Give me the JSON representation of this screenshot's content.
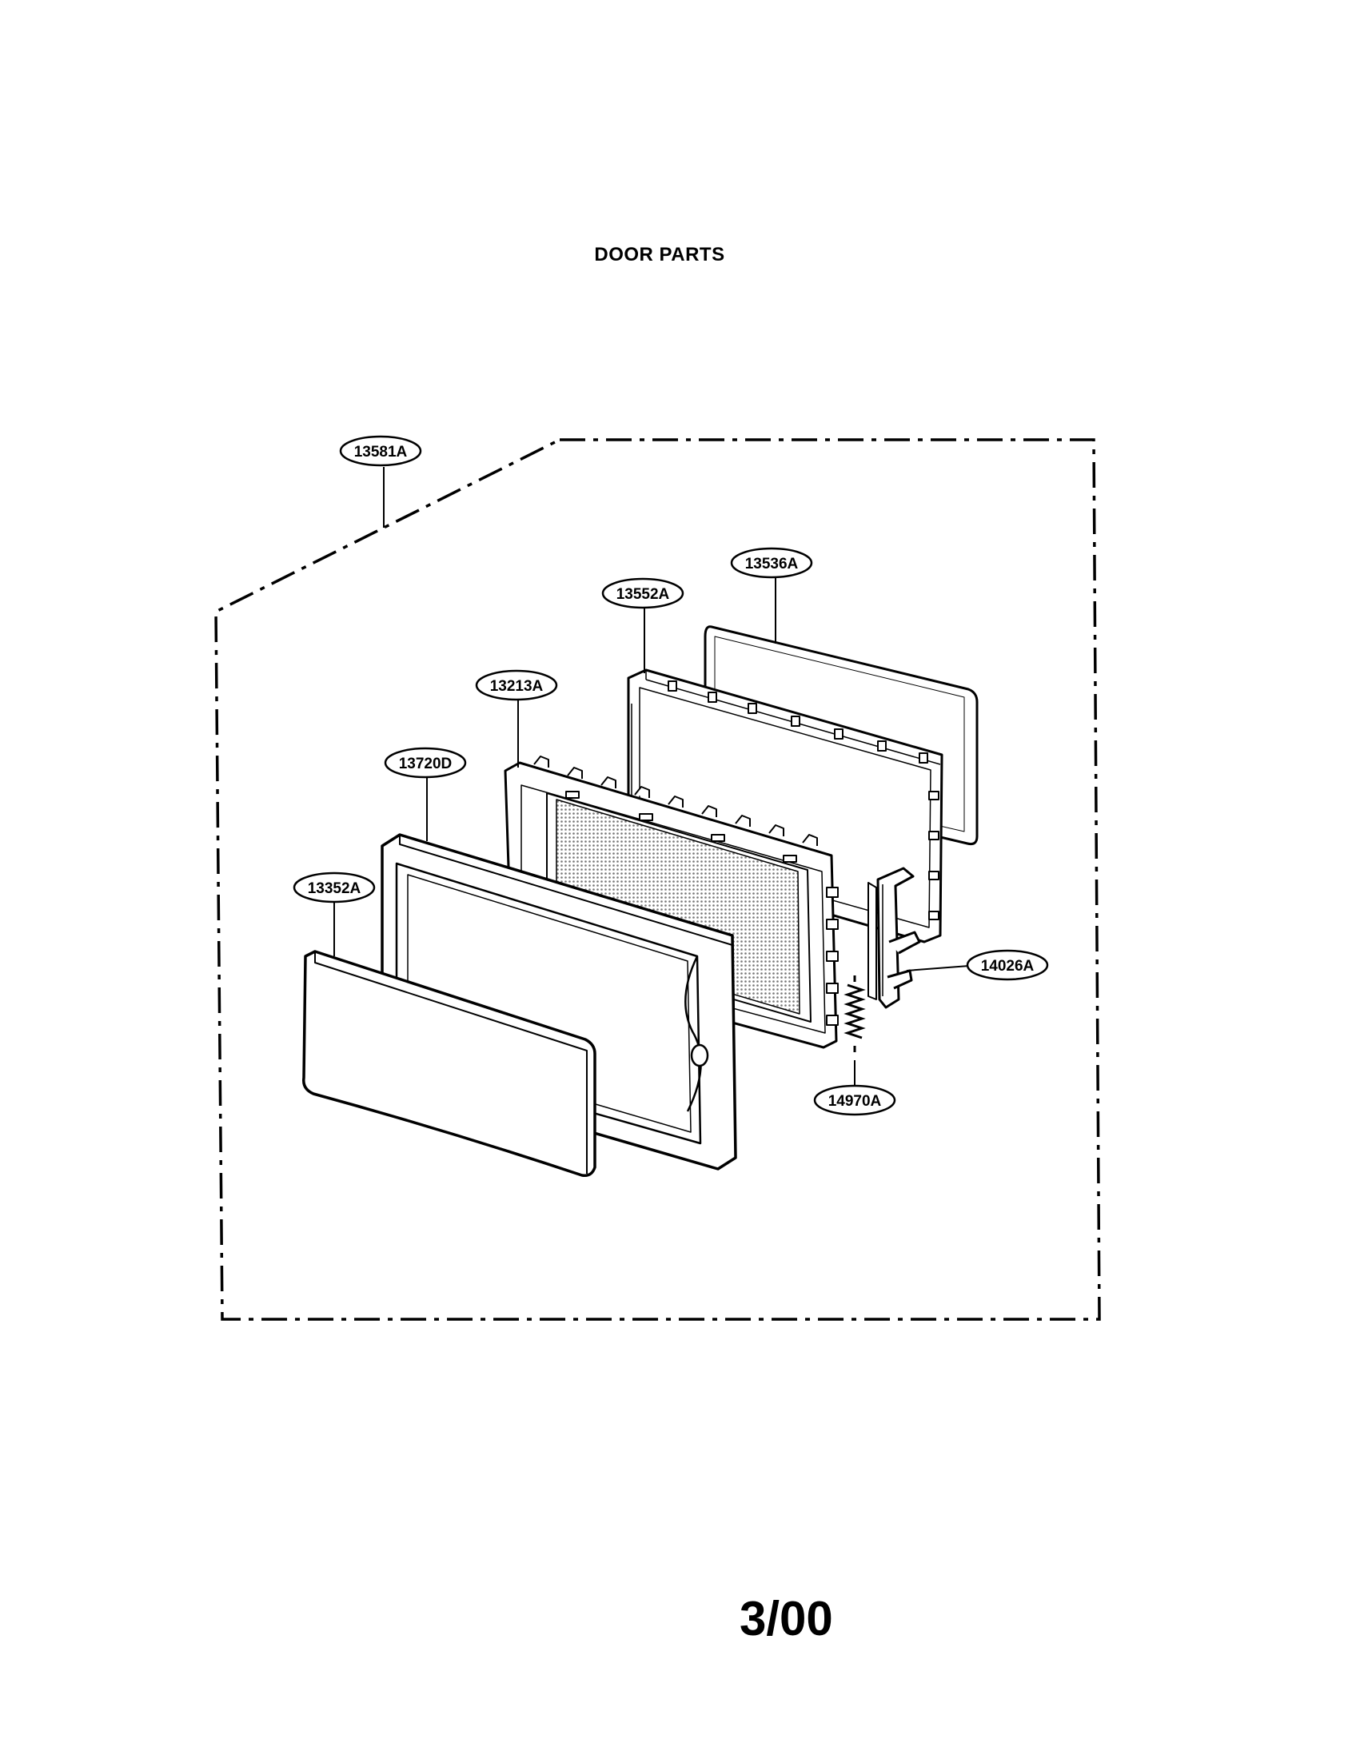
{
  "title": "DOOR PARTS",
  "date_code": "3/00",
  "parts": [
    {
      "id": "13581A"
    },
    {
      "id": "13536A"
    },
    {
      "id": "13552A"
    },
    {
      "id": "13213A"
    },
    {
      "id": "13720D"
    },
    {
      "id": "13352A"
    },
    {
      "id": "14026A"
    },
    {
      "id": "14970A"
    }
  ],
  "colors": {
    "ink": "#000000",
    "paper": "#ffffff",
    "mesh": "#9a9a9a"
  }
}
